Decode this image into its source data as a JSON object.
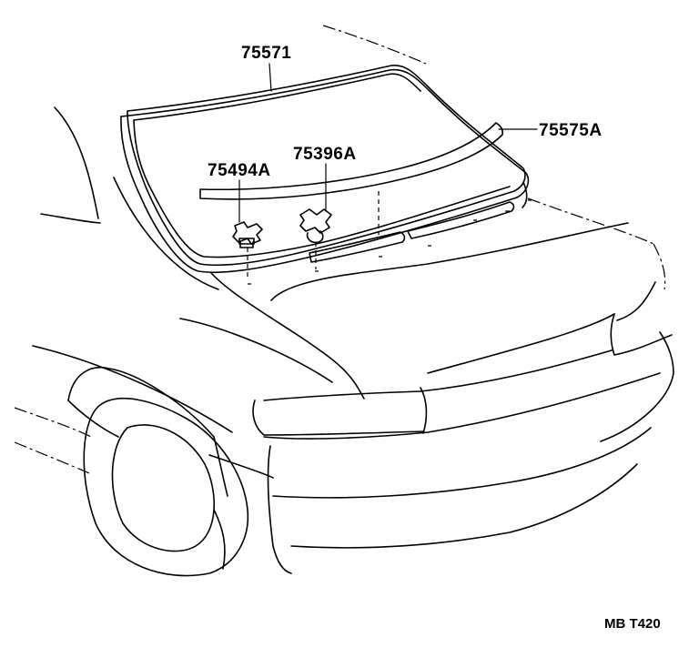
{
  "parts": [
    {
      "id": "weatherstrip",
      "number": "75571"
    },
    {
      "id": "garnish",
      "number": "75575A"
    },
    {
      "id": "clip-left",
      "number": "75494A"
    },
    {
      "id": "clip-right",
      "number": "75396A"
    }
  ],
  "figure_code": "MB T420"
}
